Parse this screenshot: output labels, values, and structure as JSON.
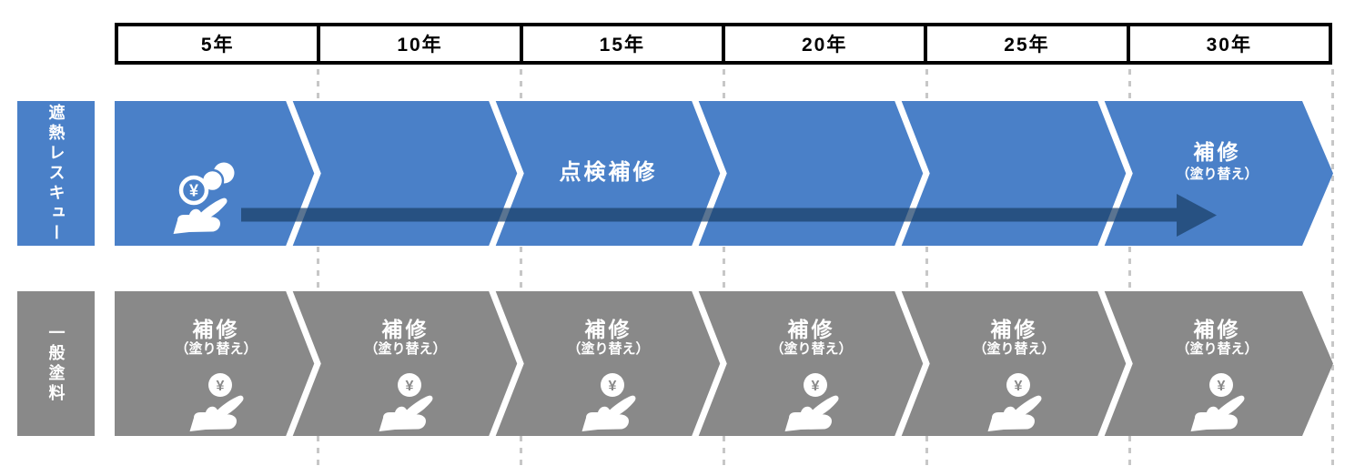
{
  "header": {
    "years": [
      "5年",
      "10年",
      "15年",
      "20年",
      "25年",
      "30年"
    ]
  },
  "rows": [
    {
      "label": "遮熱レスキュー",
      "color": "#4a80c8",
      "segments": [
        {
          "icon": "hand-coins-icon"
        },
        {},
        {
          "title": "点検補修"
        },
        {},
        {},
        {
          "title": "補修",
          "subtitle": "（塗り替え）"
        }
      ]
    },
    {
      "label": "一般塗料",
      "color": "#898989",
      "segments": [
        {
          "title": "補修",
          "subtitle": "（塗り替え）",
          "icon": "hand-coin-icon"
        },
        {
          "title": "補修",
          "subtitle": "（塗り替え）",
          "icon": "hand-coin-icon"
        },
        {
          "title": "補修",
          "subtitle": "（塗り替え）",
          "icon": "hand-coin-icon"
        },
        {
          "title": "補修",
          "subtitle": "（塗り替え）",
          "icon": "hand-coin-icon"
        },
        {
          "title": "補修",
          "subtitle": "（塗り替え）",
          "icon": "hand-coin-icon"
        },
        {
          "title": "補修",
          "subtitle": "（塗り替え）",
          "icon": "hand-coin-icon"
        }
      ]
    }
  ],
  "icons": {
    "coin_symbol": "¥"
  },
  "colors": {
    "blue": "#4a80c8",
    "gray": "#898989",
    "trend_arrow": "#1b3e67",
    "dashed_line": "#c7c7c7",
    "header_border": "#000000",
    "separator": "#ffffff"
  }
}
